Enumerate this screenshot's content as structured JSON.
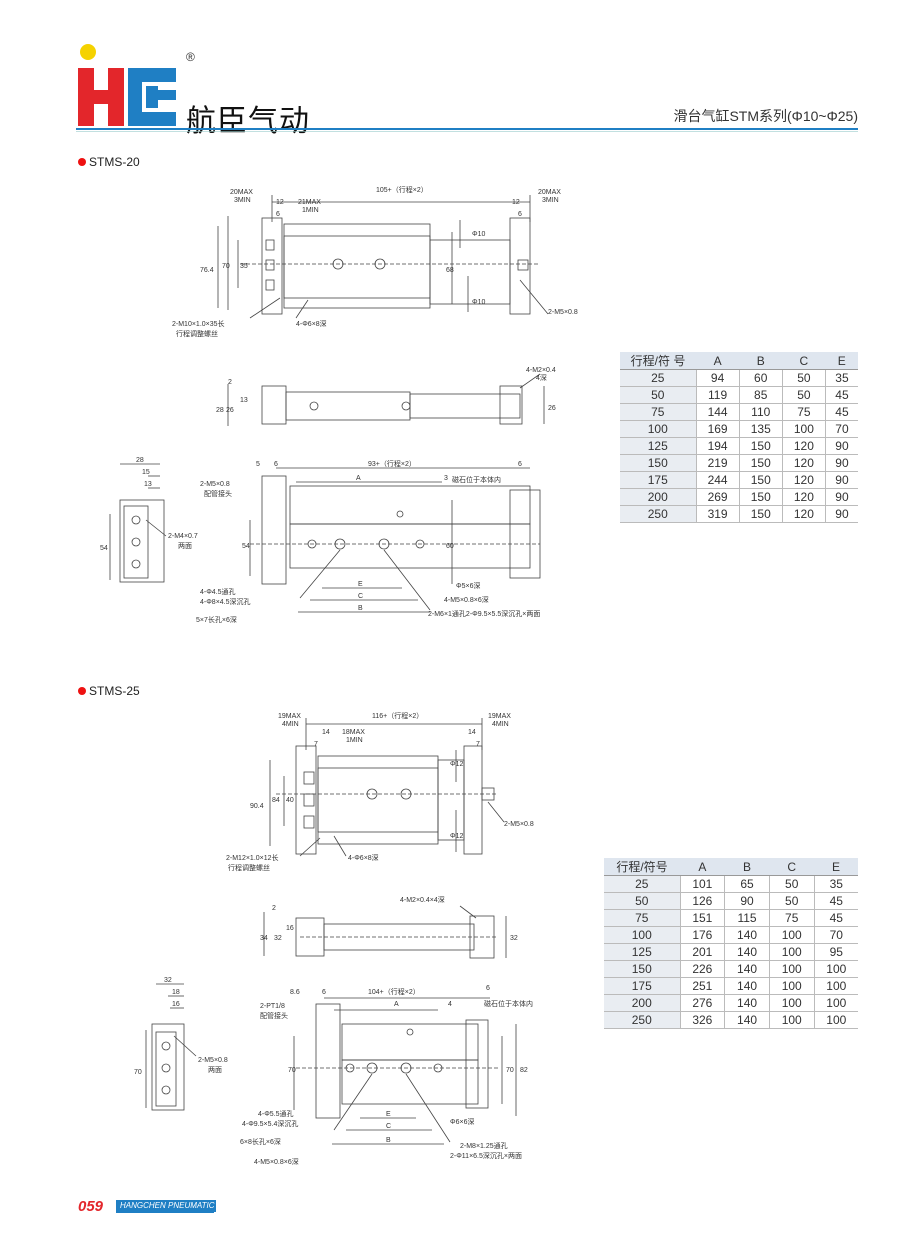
{
  "header": {
    "brand": "航臣气动",
    "registered_mark": "®",
    "title": "滑台气缸STM系列(Φ10~Φ25)",
    "brand_colors": {
      "blue": "#1f7fc4",
      "red": "#e3262b",
      "yellow": "#f5d200"
    }
  },
  "sections": [
    {
      "label": "STMS-20",
      "table": {
        "headers": [
          "行程/符 号",
          "A",
          "B",
          "C",
          "E"
        ],
        "rows": [
          [
            "25",
            "94",
            "60",
            "50",
            "35"
          ],
          [
            "50",
            "119",
            "85",
            "50",
            "45"
          ],
          [
            "75",
            "144",
            "110",
            "75",
            "45"
          ],
          [
            "100",
            "169",
            "135",
            "100",
            "70"
          ],
          [
            "125",
            "194",
            "150",
            "120",
            "90"
          ],
          [
            "150",
            "219",
            "150",
            "120",
            "90"
          ],
          [
            "175",
            "244",
            "150",
            "120",
            "90"
          ],
          [
            "200",
            "269",
            "150",
            "120",
            "90"
          ],
          [
            "250",
            "319",
            "150",
            "120",
            "90"
          ]
        ]
      },
      "dims": {
        "top_left_max": "20MAX",
        "top_left_min": "3MIN",
        "top_center": "105+（行程×2）",
        "top_right_max": "20MAX",
        "top_right_min": "3MIN",
        "mid_max": "21MAX",
        "mid_min": "1MIN",
        "d12a": "12",
        "d6a": "6",
        "d12b": "12",
        "d6b": "6",
        "h764": "76.4",
        "h70": "70",
        "h35": "35",
        "h68": "68",
        "phi10a": "Φ10",
        "phi10b": "Φ10",
        "note_m10": "2-M10×1.0×35长",
        "note_m10b": "行程调整螺丝",
        "note_holes": "4-Φ6×8深",
        "note_m5": "2-M5×0.8",
        "side_h2": "2",
        "side_h28": "28",
        "side_h26": "26",
        "side_h13": "13",
        "side_m2": "4-M2×0.4",
        "side_m2b": "4深",
        "side_r26": "26",
        "end_w28": "28",
        "end_w15": "15",
        "end_w13": "13",
        "end_h54": "54",
        "end_m4": "2-M4×0.7",
        "end_m4b": "两面",
        "bot_5": "5",
        "bot_6": "6",
        "bot_center": "93+（行程×2）",
        "bot_6r": "6",
        "bot_m5": "2-M5×0.8",
        "bot_m5b": "配管接头",
        "bot_A": "A",
        "bot_3": "3",
        "bot_stone": "磁石位于本体内",
        "bot_54": "54",
        "bot_60": "60",
        "bot_E": "E",
        "bot_C": "C",
        "bot_B": "B",
        "bot_n1": "4-Φ4.5通孔",
        "bot_n2": "4-Φ8×4.5深沉孔",
        "bot_n3": "5×7长孔×6深",
        "bot_n4": "Φ5×6深",
        "bot_n5": "4-M5×0.8×6深",
        "bot_n6": "2-M6×1通孔2-Φ9.5×5.5深沉孔×两面"
      }
    },
    {
      "label": "STMS-25",
      "table": {
        "headers": [
          "行程/符号",
          "A",
          "B",
          "C",
          "E"
        ],
        "rows": [
          [
            "25",
            "101",
            "65",
            "50",
            "35"
          ],
          [
            "50",
            "126",
            "90",
            "50",
            "45"
          ],
          [
            "75",
            "151",
            "115",
            "75",
            "45"
          ],
          [
            "100",
            "176",
            "140",
            "100",
            "70"
          ],
          [
            "125",
            "201",
            "140",
            "100",
            "95"
          ],
          [
            "150",
            "226",
            "140",
            "100",
            "100"
          ],
          [
            "175",
            "251",
            "140",
            "100",
            "100"
          ],
          [
            "200",
            "276",
            "140",
            "100",
            "100"
          ],
          [
            "250",
            "326",
            "140",
            "100",
            "100"
          ]
        ]
      },
      "dims": {
        "top_left_max": "19MAX",
        "top_left_min": "4MIN",
        "top_center": "116+（行程×2）",
        "top_right_max": "19MAX",
        "top_right_min": "4MIN",
        "mid_max": "18MAX",
        "mid_min": "1MIN",
        "d14a": "14",
        "d7a": "7",
        "d14b": "14",
        "d7b": "7",
        "h904": "90.4",
        "h84": "84",
        "h40": "40",
        "phi12a": "Φ12",
        "phi12b": "Φ12",
        "note_m12": "2-M12×1.0×12长",
        "note_m12b": "行程调整螺丝",
        "note_holes": "4-Φ6×8深",
        "note_m5": "2-M5×0.8",
        "side_h2": "2",
        "side_h34": "34",
        "side_h32": "32",
        "side_h16": "16",
        "side_m2": "4-M2×0.4×4深",
        "side_r32": "32",
        "end_w32": "32",
        "end_w18": "18",
        "end_w16": "16",
        "end_h70": "70",
        "end_m5": "2-M5×0.8",
        "end_m5b": "两面",
        "bot_86": "8.6",
        "bot_6": "6",
        "bot_center": "104+（行程×2）",
        "bot_6r": "6",
        "bot_pt": "2-PT1/8",
        "bot_ptb": "配管接头",
        "bot_A": "A",
        "bot_4": "4",
        "bot_stone": "磁石位于本体内",
        "bot_70": "70",
        "bot_70r": "70",
        "bot_82": "82",
        "bot_E": "E",
        "bot_C": "C",
        "bot_B": "B",
        "bot_n1": "4-Φ5.5通孔",
        "bot_n2": "4-Φ9.5×5.4深沉孔",
        "bot_n3": "6×8长孔×6深",
        "bot_n4": "Φ6×6深",
        "bot_n5": "4-M5×0.8×6深",
        "bot_n6": "2-M8×1.25通孔",
        "bot_n7": "2-Φ11×6.5深沉孔×两面"
      }
    }
  ],
  "footer": {
    "page_number": "059",
    "company": "HANGCHEN PNEUMATIC"
  }
}
